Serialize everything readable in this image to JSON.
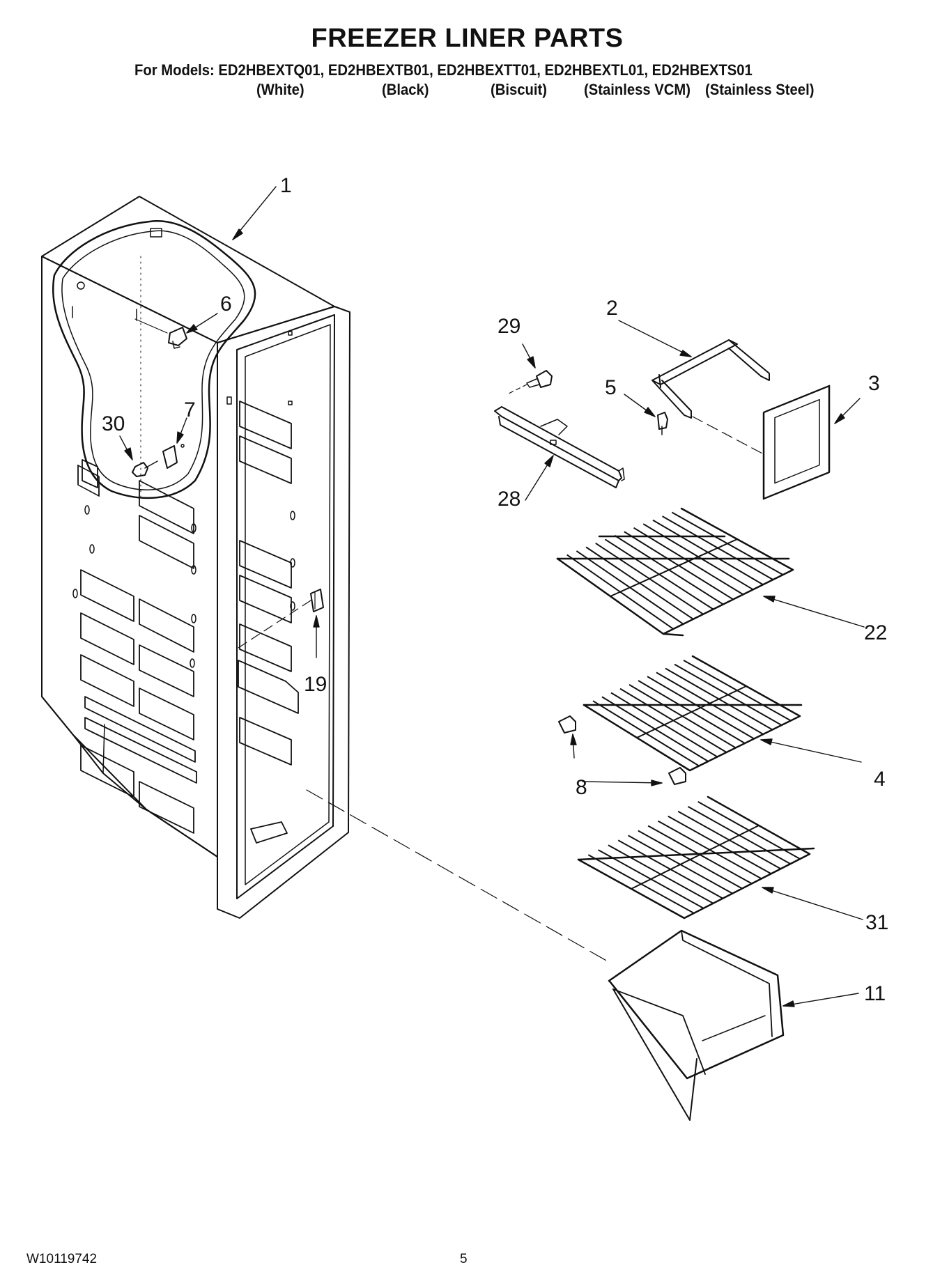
{
  "title": "FREEZER LINER PARTS",
  "models_line": "For Models: ED2HBEXTQ01, ED2HBEXTB01, ED2HBEXTT01, ED2HBEXTL01, ED2HBEXTS01",
  "variants": [
    "(White)",
    "(Black)",
    "(Biscuit)",
    "(Stainless VCM)",
    "(Stainless Steel)"
  ],
  "callouts": {
    "c1": "1",
    "c2": "2",
    "c3": "3",
    "c4": "4",
    "c5": "5",
    "c6": "6",
    "c7": "7",
    "c8": "8",
    "c11": "11",
    "c19": "19",
    "c22": "22",
    "c28": "28",
    "c29": "29",
    "c30": "30",
    "c31": "31"
  },
  "footer": {
    "doc_number": "W10119742",
    "page_number": "5"
  }
}
